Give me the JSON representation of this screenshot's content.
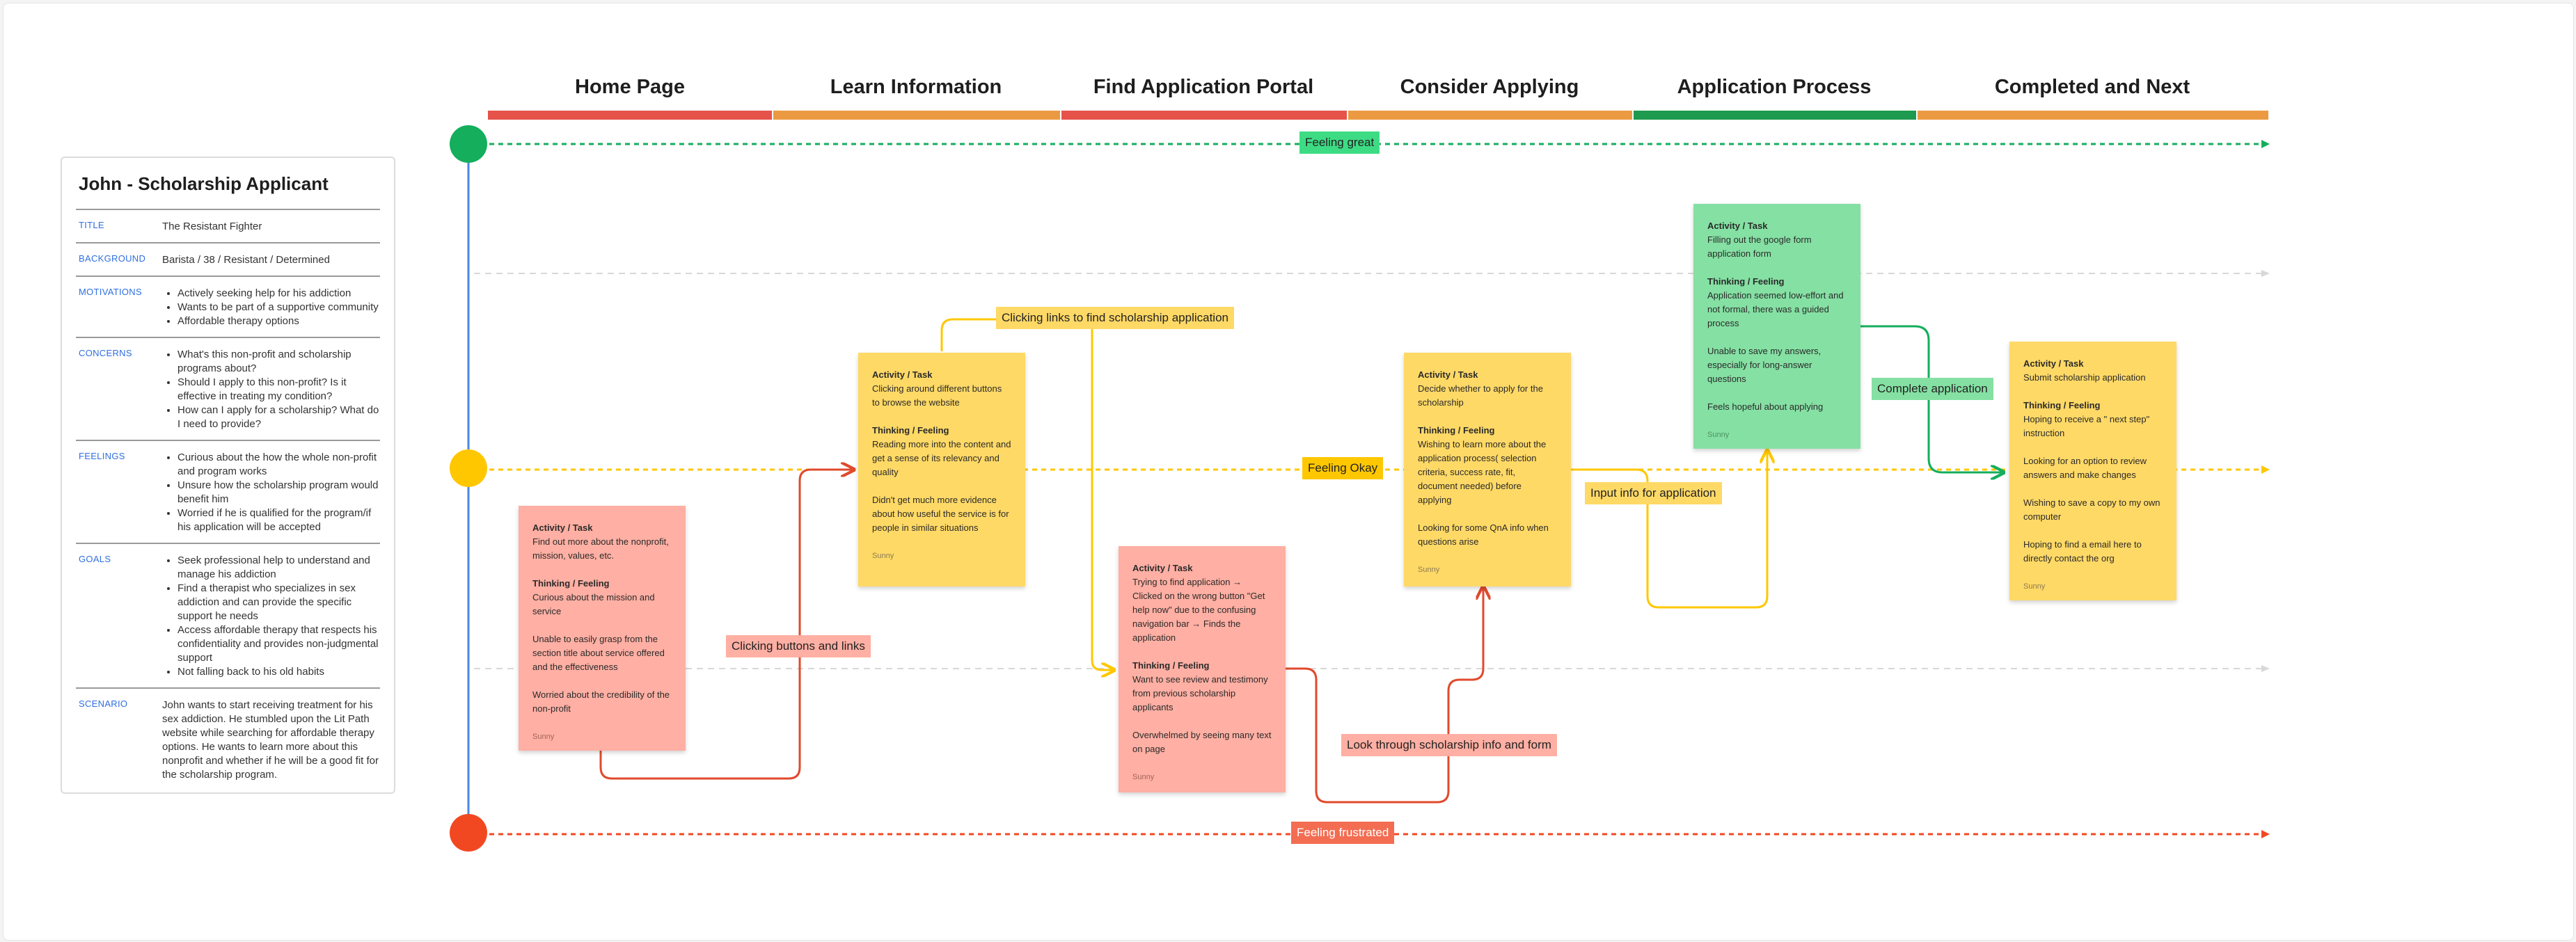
{
  "persona": {
    "name": "John - Scholarship Applicant",
    "rows": [
      {
        "label": "TITLE",
        "text": "The Resistant Fighter"
      },
      {
        "label": "BACKGROUND",
        "text": "Barista / 38 / Resistant /  Determined"
      },
      {
        "label": "MOTIVATIONS",
        "items": [
          "Actively seeking help for his addiction",
          "Wants to be part of a supportive community",
          "Affordable therapy options"
        ]
      },
      {
        "label": "CONCERNS",
        "items": [
          "What's this non-profit and scholarship programs about?",
          "Should I apply to this non-profit? Is it effective in treating my condition?",
          "How can I apply for a scholarship? What do I need to provide?"
        ]
      },
      {
        "label": "FEELINGS",
        "items": [
          "Curious about the how the whole non-profit and program works",
          "Unsure how the scholarship program would benefit him",
          "Worried if he is qualified for the program/if his application will be accepted"
        ]
      },
      {
        "label": "GOALS",
        "items": [
          "Seek professional help to understand and manage his addiction",
          "Find a therapist who specializes in sex addiction and can provide the specific support he needs",
          "Access affordable therapy that respects his confidentiality and provides non-judgmental support",
          "Not falling back to his old habits"
        ]
      },
      {
        "label": "SCENARIO",
        "text": "John wants to start receiving treatment for his sex addiction. He stumbled upon the Lit Path website while searching for affordable therapy options. He wants to learn more about this nonprofit and whether if he will be a good fit for the scholarship program."
      }
    ]
  },
  "stages": [
    {
      "name": "Home Page",
      "color": "#e5534b"
    },
    {
      "name": "Learn Information",
      "color": "#ec9a42"
    },
    {
      "name": "Find Application Portal",
      "color": "#e5534b"
    },
    {
      "name": "Consider Applying",
      "color": "#ec9a42"
    },
    {
      "name": "Application Process",
      "color": "#1e9a4e"
    },
    {
      "name": "Completed and Next",
      "color": "#ec9a42"
    }
  ],
  "emotions": {
    "great": {
      "label": "Feeling great",
      "color": "#14ae5c"
    },
    "okay": {
      "label": "Feeling Okay",
      "color": "#ffc700"
    },
    "frustrated": {
      "label": "Feeling frustrated",
      "color": "#f24822"
    }
  },
  "cards": [
    {
      "color": "red",
      "activity_title": "Activity / Task",
      "activity": "Find out more about the nonprofit, mission, values, etc.",
      "thinking_title": "Thinking / Feeling",
      "thoughts": [
        "Curious about the mission and service",
        "Unable to easily grasp from the section title about service offered and the effectiveness",
        "Worried about the credibility of the non-profit"
      ],
      "author": "Sunny"
    },
    {
      "color": "yellow",
      "activity_title": "Activity / Task",
      "activity": "Clicking around different buttons to browse the website",
      "thinking_title": "Thinking / Feeling",
      "thoughts": [
        "Reading more into the content and get a sense of its relevancy and quality",
        "Didn't get much more evidence about how useful the service is for people in similar situations"
      ],
      "author": "Sunny"
    },
    {
      "color": "red",
      "activity_title": "Activity / Task",
      "activity": "Trying to find application → Clicked on the wrong button \"Get help now\" due to the confusing navigation bar → Finds the application",
      "thinking_title": "Thinking / Feeling",
      "thoughts": [
        "Want to see review and testimony from previous scholarship applicants",
        "Overwhelmed by seeing many text on page"
      ],
      "author": "Sunny"
    },
    {
      "color": "yellow",
      "activity_title": "Activity / Task",
      "activity": "Decide whether to apply for the scholarship",
      "thinking_title": "Thinking / Feeling",
      "thoughts": [
        "Wishing to learn more about the application process( selection criteria, success rate, fit, document needed) before applying",
        "Looking for some QnA info when questions arise"
      ],
      "author": "Sunny"
    },
    {
      "color": "green",
      "activity_title": "Activity / Task",
      "activity": "Filling out the google form application form",
      "thinking_title": "Thinking / Feeling",
      "thoughts": [
        "Application seemed low-effort and not formal, there was a guided process",
        "Unable to save my answers, especially for long-answer questions",
        "Feels hopeful about applying"
      ],
      "author": "Sunny"
    },
    {
      "color": "yellow",
      "activity_title": "Activity / Task",
      "activity": "Submit scholarship application",
      "thinking_title": "Thinking / Feeling",
      "thoughts": [
        "Hoping to receive a \" next step\" instruction",
        "Looking for an option to review answers and make changes",
        "Wishing to save a copy to my own computer",
        "Hoping to find a email here to directly contact the org"
      ],
      "author": "Sunny"
    }
  ],
  "connectors": [
    {
      "label": "Clicking buttons and links",
      "color": "#ffafa3"
    },
    {
      "label": "Clicking links to find scholarship application",
      "color": "#ffd966"
    },
    {
      "label": "Look through scholarship info and form",
      "color": "#ffafa3"
    },
    {
      "label": "Input info for application",
      "color": "#ffd966"
    },
    {
      "label": "Complete application",
      "color": "#85e0a3"
    }
  ]
}
